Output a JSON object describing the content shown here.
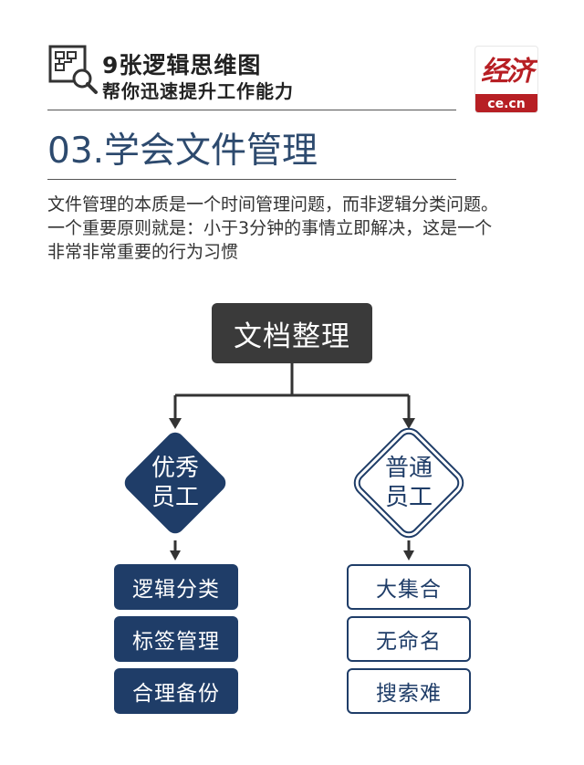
{
  "header": {
    "title": "9张逻辑思维图",
    "subtitle": "帮你迅速提升工作能力",
    "icon": "flowchart-magnifier-icon"
  },
  "logo": {
    "glyph": "经济",
    "domain": "ce.cn",
    "color": "#b71f24"
  },
  "section": {
    "title": "03.学会文件管理"
  },
  "description": {
    "lines": [
      "文件管理的本质是一个时间管理问题，而非逻辑分类问题。",
      "一个重要原则就是：小于3分钟的事情立即解决，这是一个",
      "非常非常重要的行为习惯"
    ]
  },
  "diagram": {
    "root": "文档整理",
    "left": {
      "line1": "优秀",
      "line2": "员工",
      "items": [
        "逻辑分类",
        "标签管理",
        "合理备份"
      ]
    },
    "right": {
      "line1": "普通",
      "line2": "员工",
      "items": [
        "大集合",
        "无命名",
        "搜索难"
      ]
    }
  },
  "colors": {
    "navy": "#1f3d68",
    "dark": "#3a3a3a",
    "brand_red": "#b71f24"
  }
}
